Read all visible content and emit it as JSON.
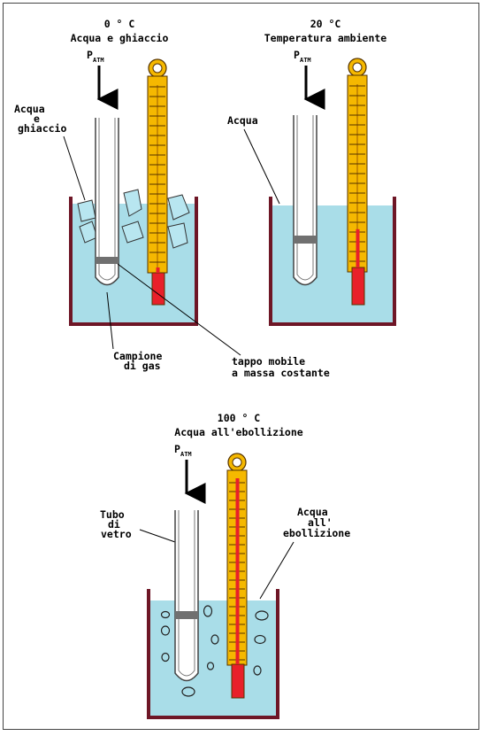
{
  "panels": {
    "cold": {
      "temperature": "0 ° C",
      "condition": "Acqua e ghiaccio",
      "pressure_p": "P",
      "pressure_sub": "ATM",
      "bath_label_line1": "Acqua",
      "bath_label_line2": "e",
      "bath_label_line3": "ghiaccio",
      "thermometer_level": 0.0
    },
    "room": {
      "temperature": "20 °C",
      "condition": "Temperatura ambiente",
      "pressure_p": "P",
      "pressure_sub": "ATM",
      "bath_label": "Acqua",
      "thermometer_level": 0.2
    },
    "boiling": {
      "temperature": "100 ° C",
      "condition": "Acqua all'ebollizione",
      "pressure_p": "P",
      "pressure_sub": "ATM",
      "tube_label_line1": "Tubo",
      "tube_label_line2": "di",
      "tube_label_line3": "vetro",
      "bath_label_line1": "Acqua",
      "bath_label_line2": "all'",
      "bath_label_line3": "ebollizione",
      "thermometer_level": 1.0
    }
  },
  "callouts": {
    "gas_sample_line1": "Campione",
    "gas_sample_line2": "di gas",
    "piston_line1": "tappo mobile",
    "piston_line2": "a massa costante"
  },
  "colors": {
    "water": "#a9dde8",
    "container": "#6e1626",
    "thermometer_body": "#f5b800",
    "thermometer_red": "#e8202a",
    "piston": "#707070",
    "ice": "#b8e6f0"
  }
}
